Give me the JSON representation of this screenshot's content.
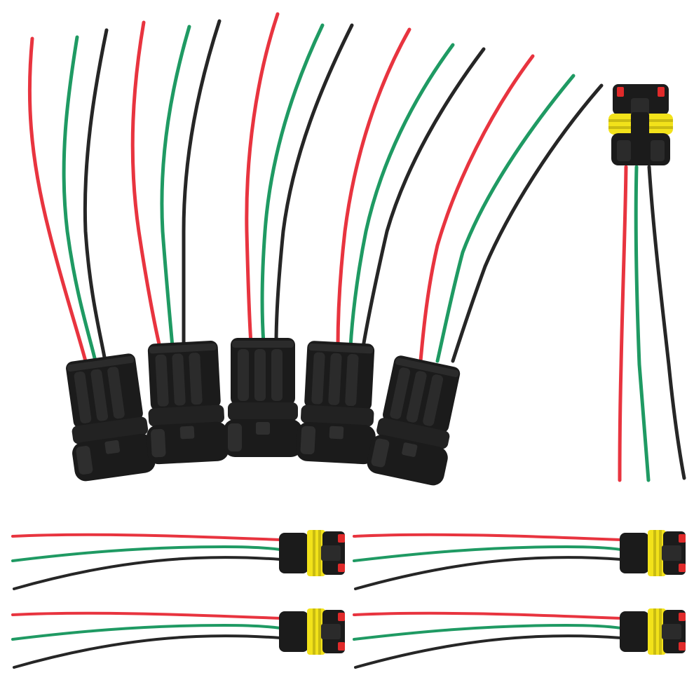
{
  "image": {
    "subject": "wire-harness-connectors",
    "background": "#ffffff"
  },
  "colors": {
    "wire_red": "#e8343f",
    "wire_green": "#1f9a63",
    "wire_black": "#262626",
    "housing_black": "#1b1b1b",
    "housing_shade": "#2b2b2b",
    "housing_highlight": "#3c3c3c",
    "seal_yellow": "#f2e21a",
    "latch_red": "#e02a2a"
  },
  "groups": {
    "large_plugs": 5,
    "side_plug": 1,
    "small_sockets": 4
  }
}
